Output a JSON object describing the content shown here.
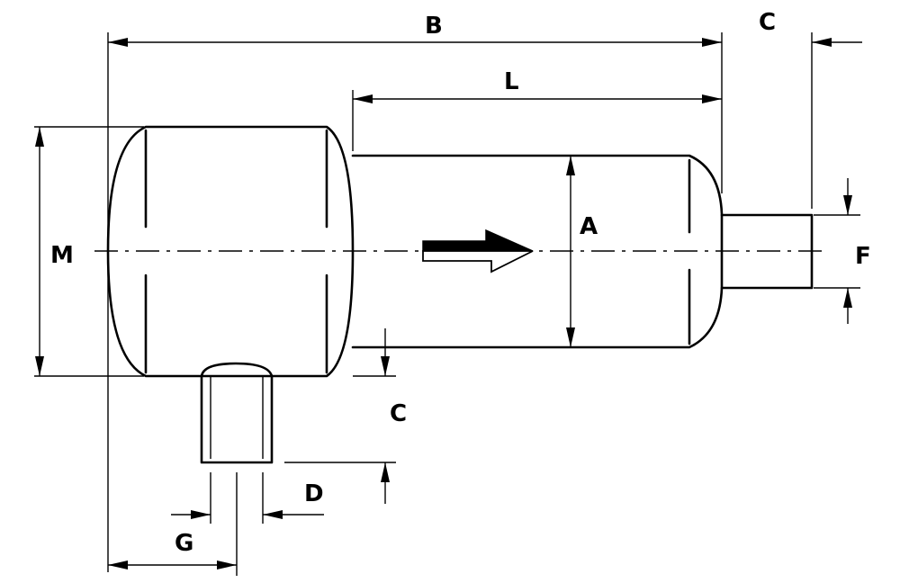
{
  "labels": {
    "B": "B",
    "C_top": "C",
    "L": "L",
    "A": "A",
    "M": "M",
    "F": "F",
    "C_mid": "C",
    "D": "D",
    "G": "G"
  }
}
